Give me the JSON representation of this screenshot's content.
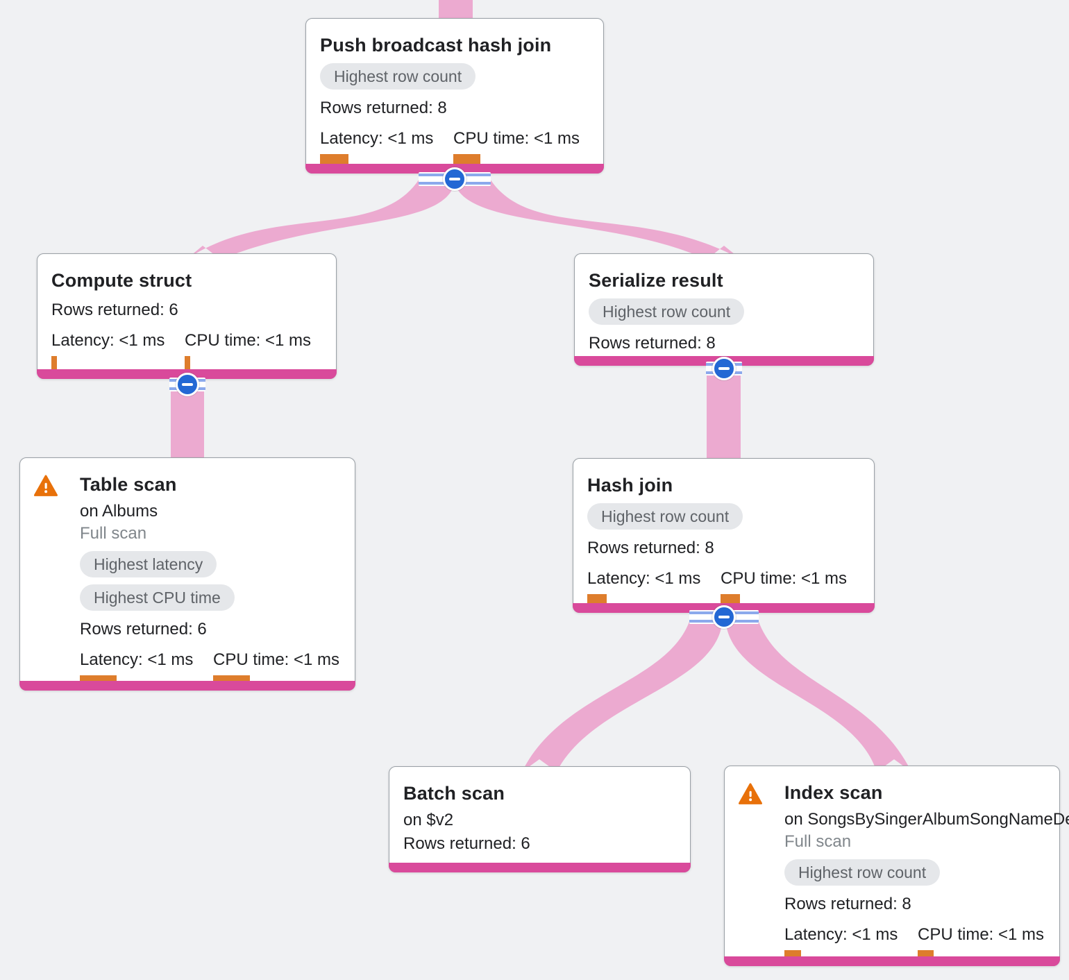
{
  "colors": {
    "background": "#F0F1F3",
    "link_ribbon": "#ECAAD0",
    "node_footer": "#D94A9B",
    "metric_bar": "#DE7D2C",
    "badge_bg": "#E5E7EA",
    "badge_text": "#5F6368",
    "collapse_blue": "#2368D4",
    "warning_orange": "#E8710A"
  },
  "icons": {
    "warning": "warning-triangle",
    "collapse": "minus-in-circle"
  },
  "nodes": [
    {
      "title": "Push broadcast hash join",
      "badges": [
        "Highest row count"
      ],
      "rows_returned": "Rows returned: 8",
      "latency_label": "Latency: <1 ms",
      "cpu_label": "CPU time: <1 ms",
      "latency_bar": "41px",
      "cpu_bar": "39px"
    },
    {
      "title": "Compute struct",
      "rows_returned": "Rows returned: 6",
      "latency_label": "Latency: <1 ms",
      "cpu_label": "CPU time: <1 ms",
      "latency_bar": "8px",
      "cpu_bar": "8px"
    },
    {
      "title": "Serialize result",
      "badges": [
        "Highest row count"
      ],
      "rows_returned": "Rows returned: 8"
    },
    {
      "title": "Table scan",
      "warning": true,
      "subtitle": "on Albums",
      "scan_type": "Full scan",
      "badges": [
        "Highest latency",
        "Highest CPU time"
      ],
      "rows_returned": "Rows returned: 6",
      "latency_label": "Latency: <1 ms",
      "cpu_label": "CPU time: <1 ms",
      "latency_bar": "53px",
      "cpu_bar": "53px"
    },
    {
      "title": "Hash join",
      "badges": [
        "Highest row count"
      ],
      "rows_returned": "Rows returned: 8",
      "latency_label": "Latency: <1 ms",
      "cpu_label": "CPU time: <1 ms",
      "latency_bar": "28px",
      "cpu_bar": "28px"
    },
    {
      "title": "Batch scan",
      "subtitle": "on $v2",
      "rows_returned": "Rows returned: 6"
    },
    {
      "title": "Index scan",
      "warning": true,
      "subtitle": "on SongsBySingerAlbumSongNameDesc",
      "scan_type": "Full scan",
      "badges": [
        "Highest row count"
      ],
      "rows_returned": "Rows returned: 8",
      "latency_label": "Latency: <1 ms",
      "cpu_label": "CPU time: <1 ms",
      "latency_bar": "24px",
      "cpu_bar": "23px"
    }
  ]
}
